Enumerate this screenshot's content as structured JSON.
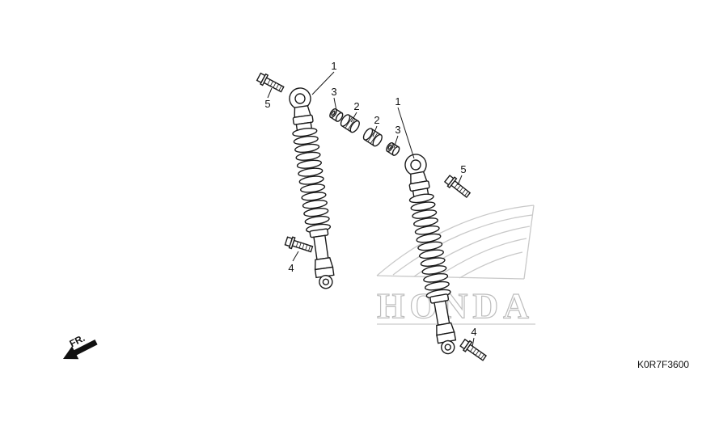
{
  "diagram": {
    "code": "K0R7F3600",
    "fr": "FR.",
    "brand": "HONDA",
    "callouts": {
      "left_1": "1",
      "left_2": "2",
      "left_3": "3",
      "left_4": "4",
      "left_5": "5",
      "right_1": "1",
      "right_2": "2",
      "right_3": "3",
      "right_4": "4",
      "right_5": "5"
    }
  }
}
